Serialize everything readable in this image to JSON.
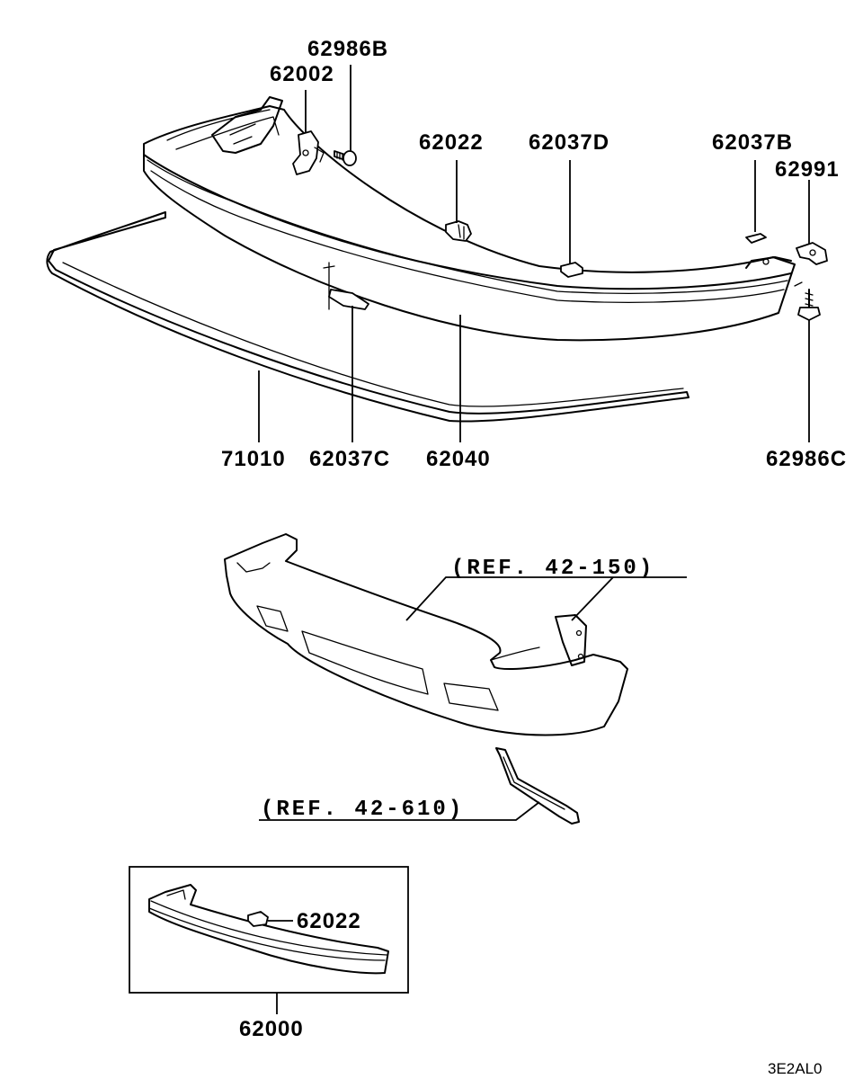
{
  "parts": {
    "p62986B": "62986B",
    "p62002": "62002",
    "p62022": "62022",
    "p62037D": "62037D",
    "p62037B": "62037B",
    "p62991": "62991",
    "p71010": "71010",
    "p62037C": "62037C",
    "p62040": "62040",
    "p62986C": "62986C",
    "p62022_inset": "62022",
    "p62000": "62000"
  },
  "references": {
    "ref_upper": "(REF. 42-150)",
    "ref_lower": "(REF. 42-610)"
  },
  "diagram_code": "3E2AL0"
}
